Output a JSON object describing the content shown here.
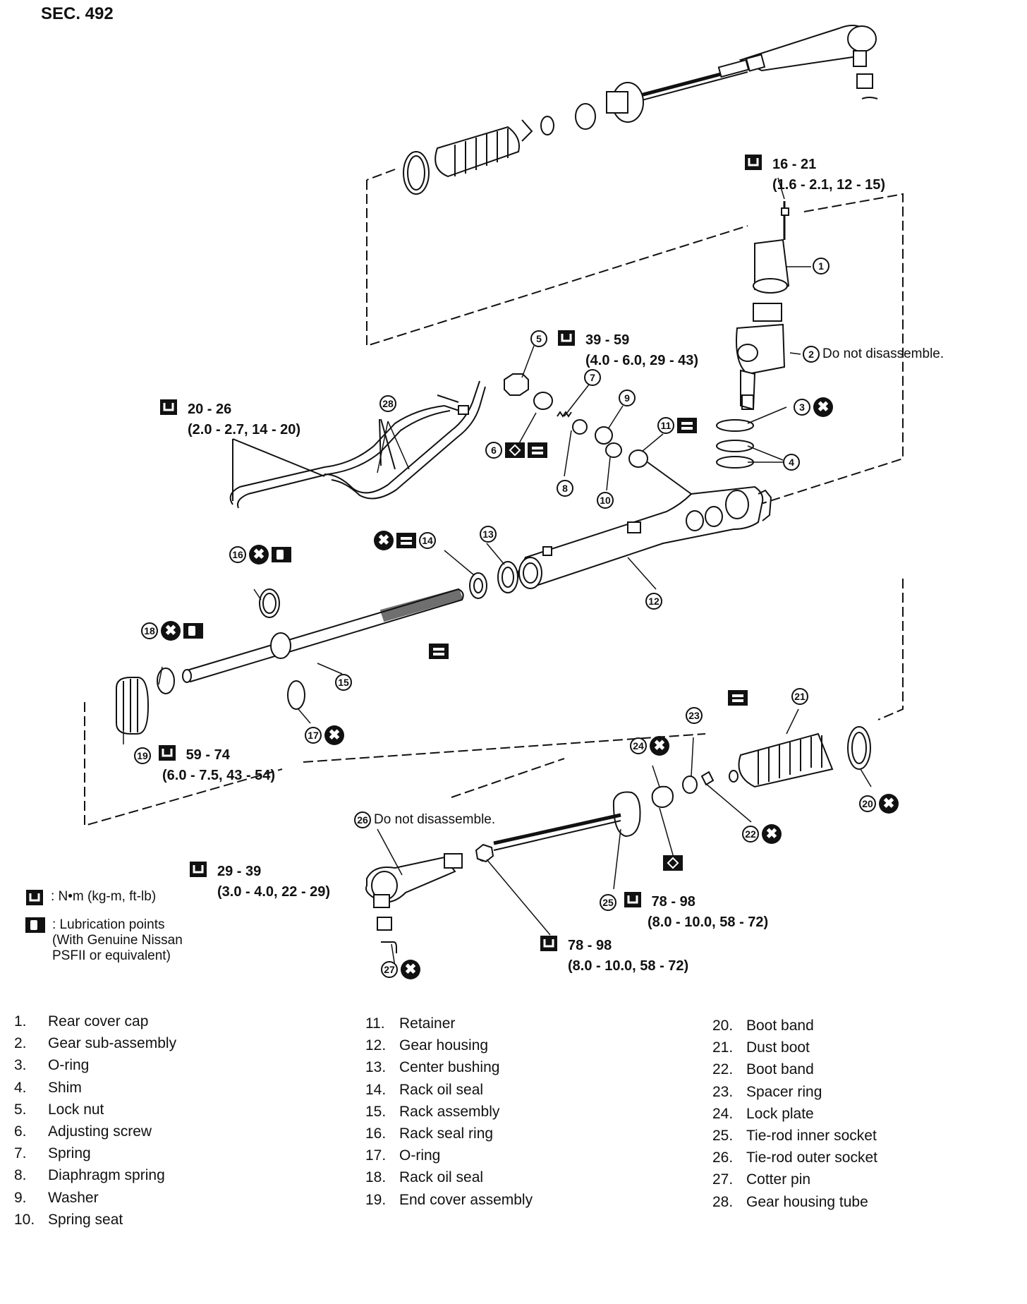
{
  "section": "SEC. 492",
  "torques": [
    {
      "main": "16 - 21",
      "sub": "(1.6 - 2.1, 12 - 15)"
    },
    {
      "main": "39 - 59",
      "sub": "(4.0 - 6.0, 29 - 43)"
    },
    {
      "main": "20 - 26",
      "sub": "(2.0 - 2.7, 14 - 20)"
    },
    {
      "main": "59 - 74",
      "sub": "(6.0 - 7.5, 43 - 54)"
    },
    {
      "main": "29 - 39",
      "sub": "(3.0 - 4.0, 22 - 29)"
    },
    {
      "main": "78 - 98",
      "sub": "(8.0 - 10.0, 58 - 72)"
    },
    {
      "main": "78 - 98",
      "sub": "(8.0 - 10.0, 58 - 72)"
    }
  ],
  "notes": {
    "gear_subassembly": "Do not disassemble.",
    "tie_rod_outer": "Do not disassemble."
  },
  "legend": {
    "torque_unit": ": N•m (kg-m, ft-lb)",
    "lubrication_1": ": Lubrication points",
    "lubrication_2": "(With Genuine Nissan",
    "lubrication_3": "PSFII or equivalent)"
  },
  "icons": {
    "torque": "torque-wrench-icon",
    "replace": "do-not-reuse-x-icon",
    "grease": "grease-point-icon",
    "lubrication": "lubrication-point-icon",
    "locking_sealant": "locking-sealant-icon"
  },
  "parts": [
    {
      "n": "1.",
      "name": "Rear cover cap"
    },
    {
      "n": "2.",
      "name": "Gear sub-assembly"
    },
    {
      "n": "3.",
      "name": "O-ring"
    },
    {
      "n": "4.",
      "name": "Shim"
    },
    {
      "n": "5.",
      "name": "Lock nut"
    },
    {
      "n": "6.",
      "name": "Adjusting screw"
    },
    {
      "n": "7.",
      "name": "Spring"
    },
    {
      "n": "8.",
      "name": "Diaphragm spring"
    },
    {
      "n": "9.",
      "name": "Washer"
    },
    {
      "n": "10.",
      "name": "Spring seat"
    },
    {
      "n": "11.",
      "name": "Retainer"
    },
    {
      "n": "12.",
      "name": "Gear housing"
    },
    {
      "n": "13.",
      "name": "Center bushing"
    },
    {
      "n": "14.",
      "name": "Rack oil seal"
    },
    {
      "n": "15.",
      "name": "Rack assembly"
    },
    {
      "n": "16.",
      "name": "Rack seal ring"
    },
    {
      "n": "17.",
      "name": "O-ring"
    },
    {
      "n": "18.",
      "name": "Rack oil seal"
    },
    {
      "n": "19.",
      "name": "End cover assembly"
    },
    {
      "n": "20.",
      "name": "Boot band"
    },
    {
      "n": "21.",
      "name": "Dust boot"
    },
    {
      "n": "22.",
      "name": "Boot band"
    },
    {
      "n": "23.",
      "name": "Spacer ring"
    },
    {
      "n": "24.",
      "name": "Lock plate"
    },
    {
      "n": "25.",
      "name": "Tie-rod inner socket"
    },
    {
      "n": "26.",
      "name": "Tie-rod outer socket"
    },
    {
      "n": "27.",
      "name": "Cotter pin"
    },
    {
      "n": "28.",
      "name": "Gear housing tube"
    }
  ],
  "callouts": [
    "1",
    "2",
    "3",
    "4",
    "5",
    "6",
    "7",
    "8",
    "9",
    "10",
    "11",
    "12",
    "13",
    "14",
    "15",
    "16",
    "17",
    "18",
    "19",
    "20",
    "21",
    "22",
    "23",
    "24",
    "25",
    "26",
    "27",
    "28"
  ],
  "x_mark": "✖"
}
